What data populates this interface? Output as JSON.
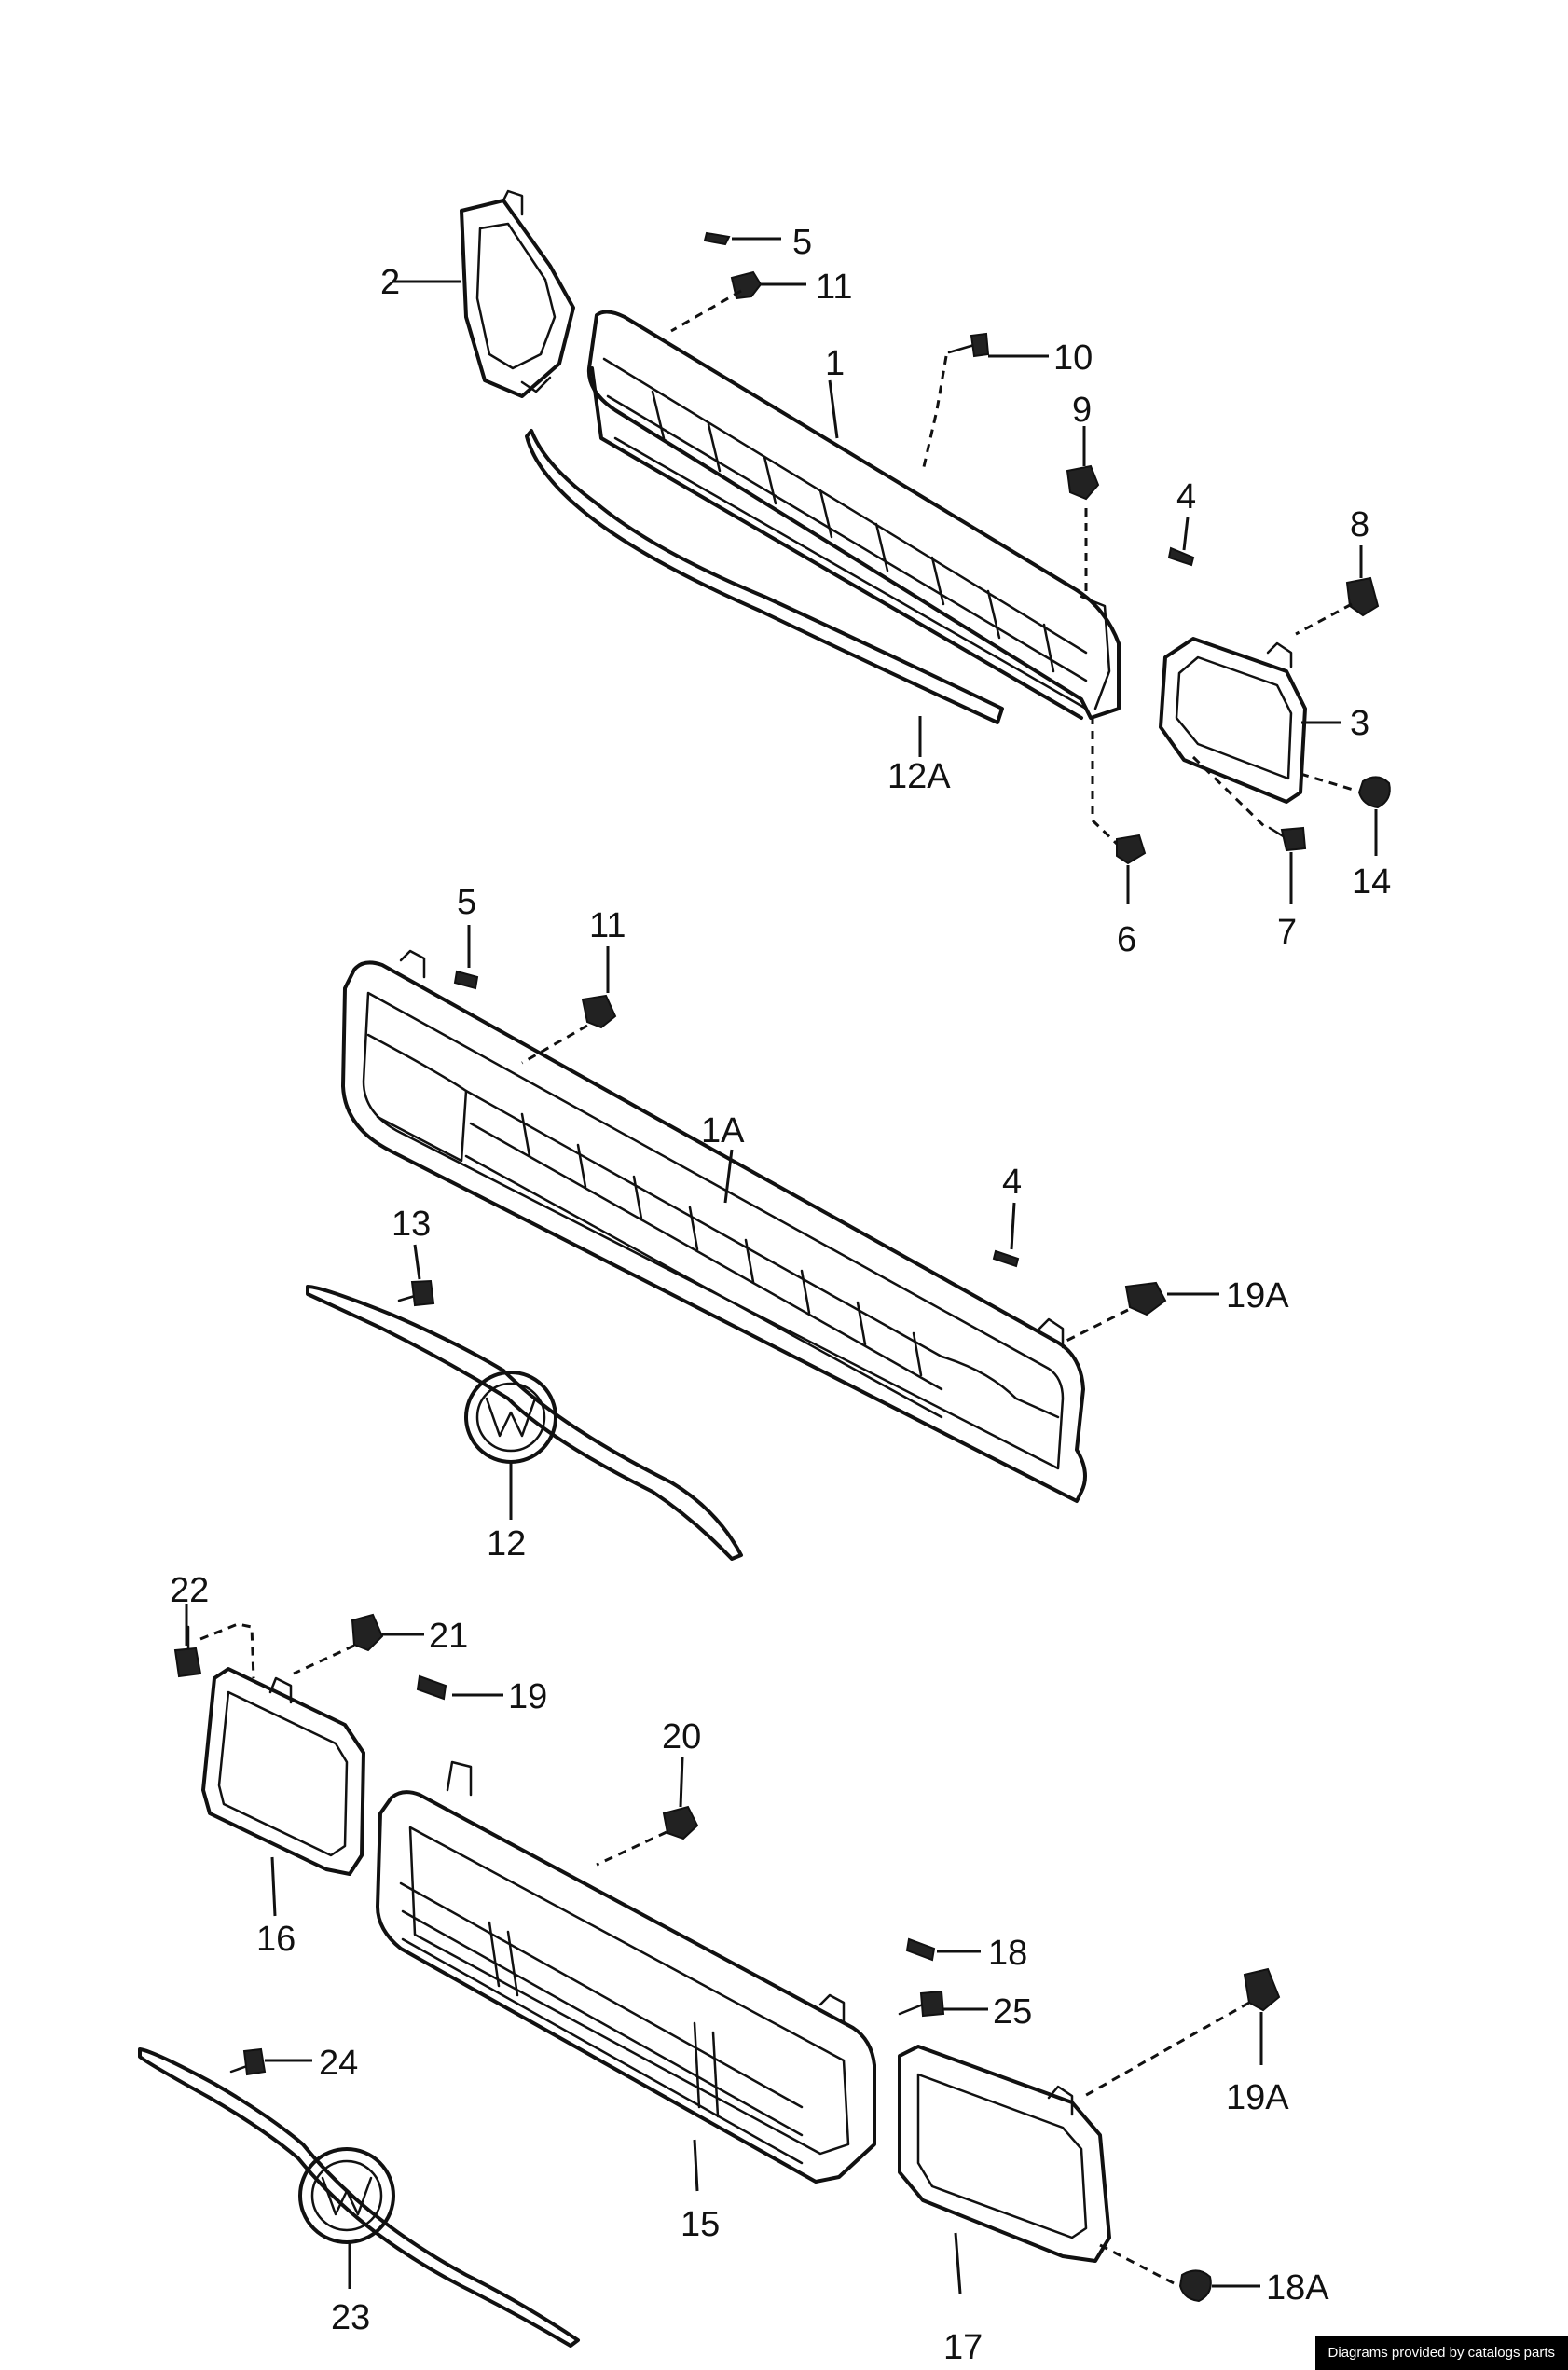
{
  "labels": {
    "g1": [
      "5",
      "11",
      "10",
      "1",
      "2",
      "9",
      "4",
      "8",
      "3",
      "12A",
      "14",
      "6",
      "7"
    ],
    "g2": [
      "5",
      "11",
      "1A",
      "4",
      "13",
      "19A",
      "12"
    ],
    "g3": [
      "22",
      "21",
      "19",
      "20",
      "16",
      "18",
      "25",
      "24",
      "19A",
      "15",
      "18A",
      "23",
      "17"
    ]
  },
  "credit": "Diagrams provided by catalogs parts"
}
